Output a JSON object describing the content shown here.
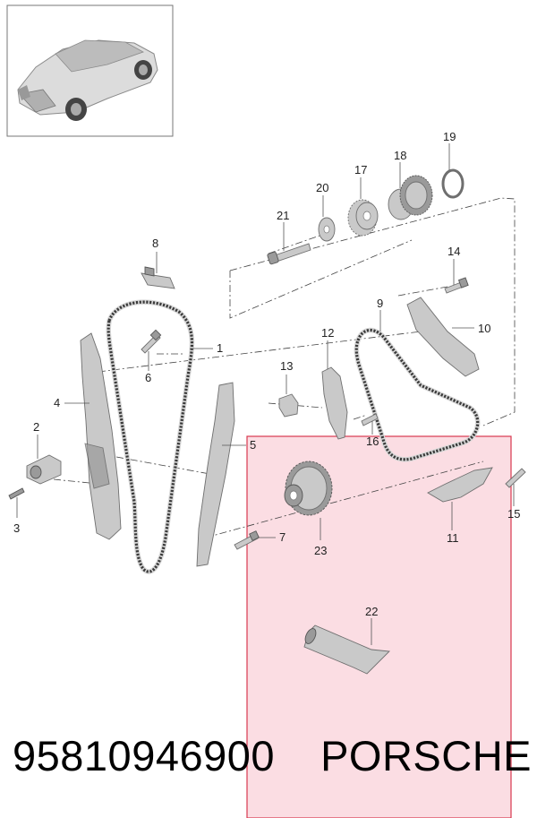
{
  "callouts": [
    "1",
    "2",
    "3",
    "4",
    "5",
    "6",
    "7",
    "8",
    "9",
    "10",
    "11",
    "12",
    "13",
    "14",
    "15",
    "16",
    "17",
    "18",
    "19",
    "20",
    "21",
    "22",
    "23"
  ],
  "footer": {
    "part_number": "95810946900",
    "brand": "PORSCHE"
  },
  "colors": {
    "highlight_fill": "#fbdde3",
    "highlight_border": "#d9384f",
    "part_fill": "#c9c9c9"
  },
  "thumbnail": {
    "icon": "car-thumbnail-icon"
  }
}
